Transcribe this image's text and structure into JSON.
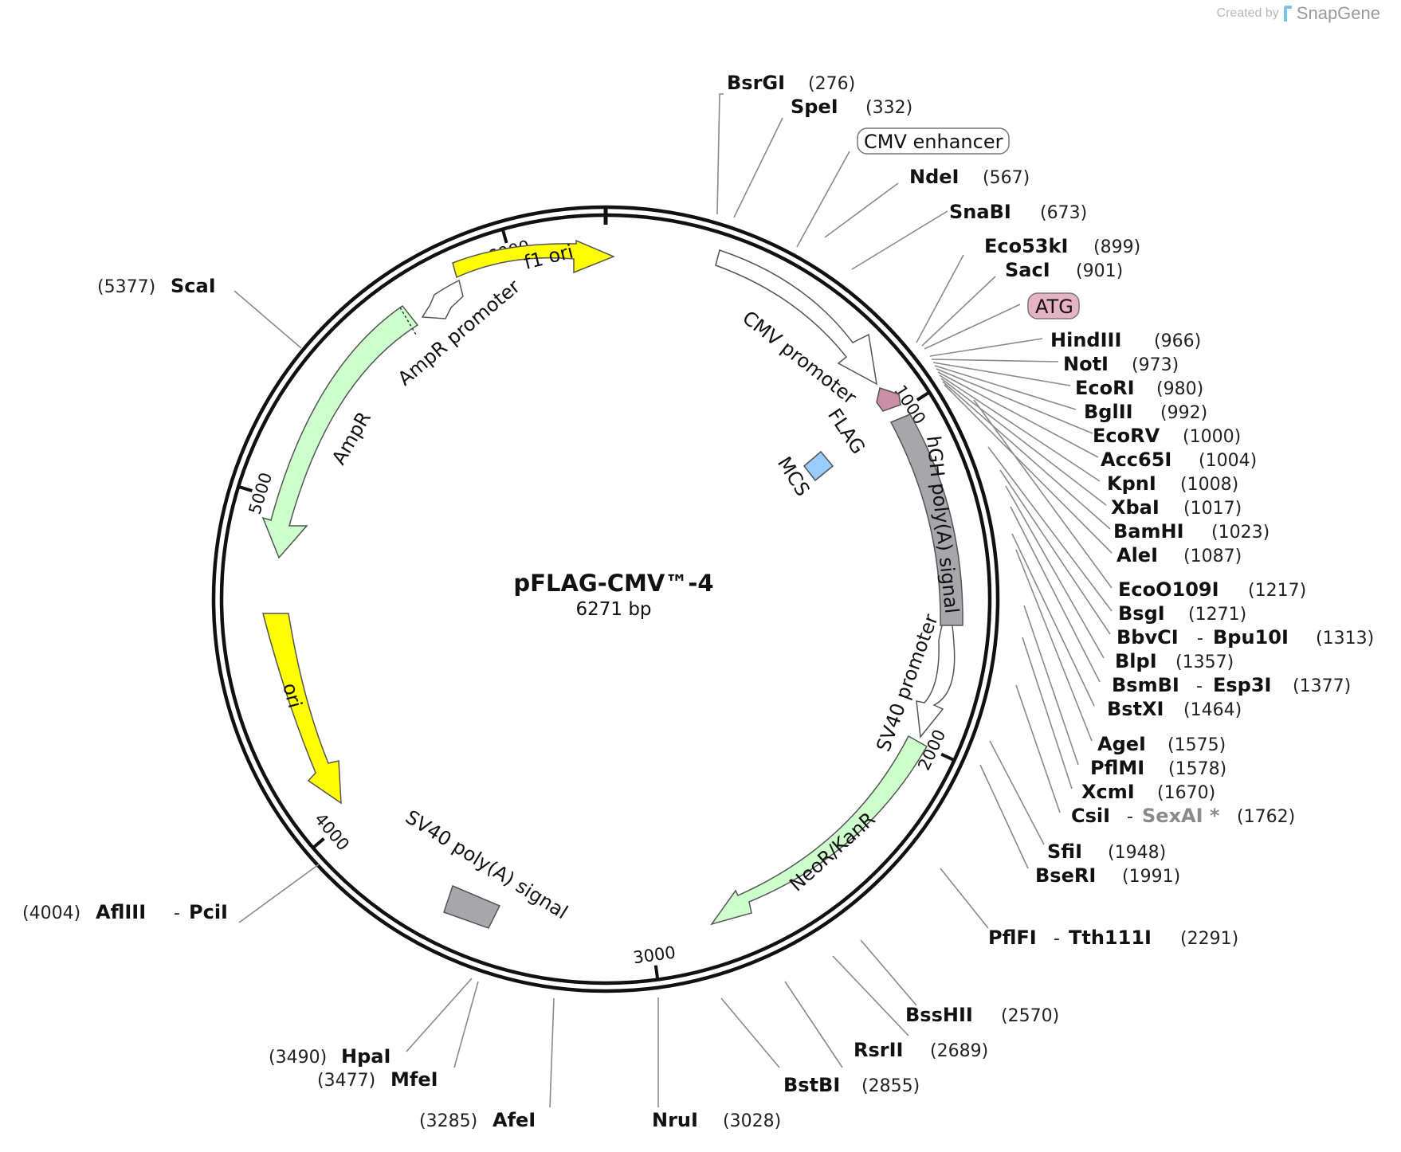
{
  "watermark": {
    "created_by": "Created by",
    "brand": "SnapGene"
  },
  "plasmid": {
    "name": "pFLAG-CMV™-4",
    "length_label": "6271 bp",
    "length": 6271
  },
  "ticks": [
    {
      "pos": 1000,
      "label": "1000"
    },
    {
      "pos": 2000,
      "label": "2000"
    },
    {
      "pos": 3000,
      "label": "3000"
    },
    {
      "pos": 4000,
      "label": "4000"
    },
    {
      "pos": 5000,
      "label": "5000"
    },
    {
      "pos": 6000,
      "label": "6000"
    }
  ],
  "features": [
    {
      "name": "f1 ori",
      "color": "#ffff00"
    },
    {
      "name": "AmpR promoter",
      "color": "#ffffff"
    },
    {
      "name": "AmpR",
      "color": "#ccffcc"
    },
    {
      "name": "ori",
      "color": "#ffff00"
    },
    {
      "name": "SV40 poly(A) signal",
      "color": "#a6a6ab"
    },
    {
      "name": "NeoR/KanR",
      "color": "#ccffcc"
    },
    {
      "name": "SV40 promoter",
      "color": "#ffffff"
    },
    {
      "name": "hGH poly(A) signal",
      "color": "#a6a6ab"
    },
    {
      "name": "CMV promoter",
      "color": "#ffffff"
    },
    {
      "name": "FLAG",
      "color": "#cc90a6"
    },
    {
      "name": "MCS",
      "color": "#99ccff"
    }
  ],
  "boxed_labels": [
    {
      "name": "CMV enhancer",
      "fill": "#ffffff"
    },
    {
      "name": "ATG",
      "fill": "#e6b3c6"
    }
  ],
  "sites": {
    "BsrGI": "(276)",
    "SpeI": "(332)",
    "NdeI": "(567)",
    "SnaBI": "(673)",
    "Eco53kI": "(899)",
    "SacI": "(901)",
    "HindIII": "(966)",
    "NotI": "(973)",
    "EcoRI": "(980)",
    "BglII": "(992)",
    "EcoRV": "(1000)",
    "Acc65I": "(1004)",
    "KpnI": "(1008)",
    "XbaI": "(1017)",
    "BamHI": "(1023)",
    "AleI": "(1087)",
    "EcoO109I": "(1217)",
    "BsgI": "(1271)",
    "BbvCI_Bpu10I": "(1313)",
    "BlpI": "(1357)",
    "BsmBI_Esp3I": "(1377)",
    "BstXI": "(1464)",
    "AgeI": "(1575)",
    "PflMI": "(1578)",
    "XcmI": "(1670)",
    "CsiI_SexAI": "(1762)",
    "SfiI": "(1948)",
    "BseRI": "(1991)",
    "PflFI_Tth111I": "(2291)",
    "BssHII": "(2570)",
    "RsrII": "(2689)",
    "BstBI": "(2855)",
    "NruI": "(3028)",
    "AfeI": "(3285)",
    "MfeI": "(3477)",
    "HpaI": "(3490)",
    "AflIII_PciI": "(4004)",
    "ScaI": "(5377)"
  },
  "names": {
    "BbvCI": "BbvCI",
    "Bpu10I": "Bpu10I",
    "BsmBI": "BsmBI",
    "Esp3I": "Esp3I",
    "CsiI": "CsiI",
    "SexAI": "SexAI *",
    "PflFI": "PflFI",
    "Tth111I": "Tth111I",
    "AflIII": "AflIII",
    "PciI": "PciI",
    "dash": "-"
  }
}
